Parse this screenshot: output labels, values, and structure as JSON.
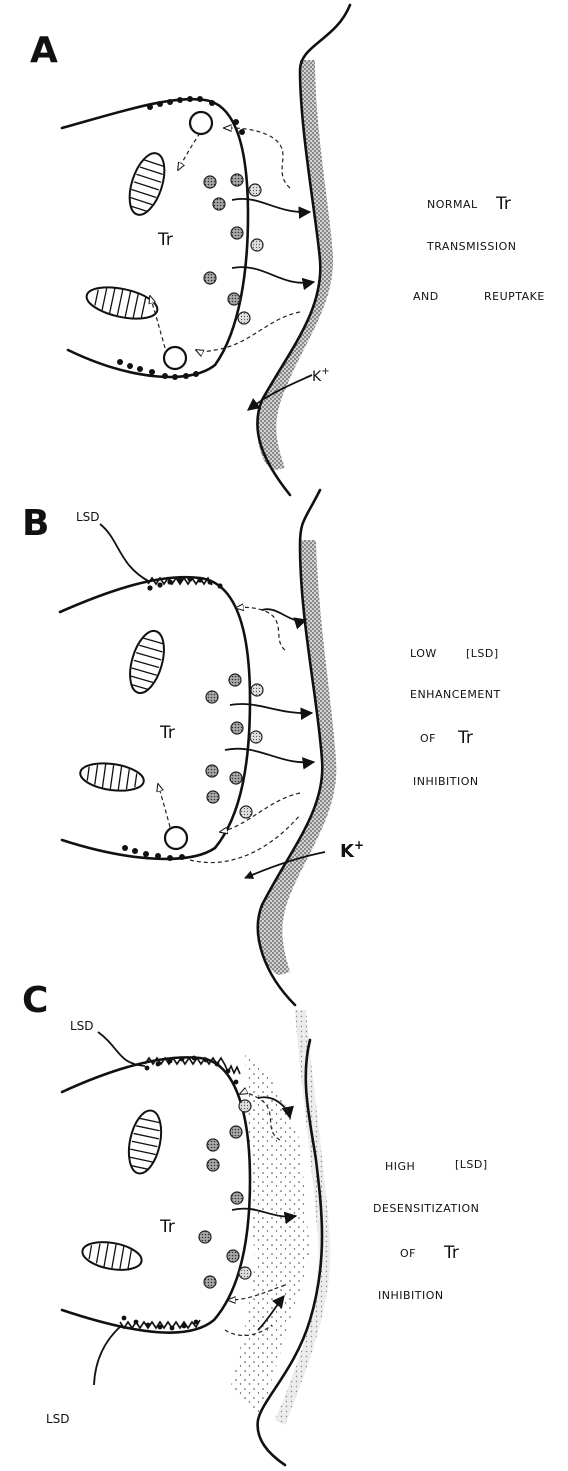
{
  "panels": [
    {
      "letter": "A",
      "transmitter": "Tr",
      "ion": "K",
      "ion_charge": "+",
      "caption": {
        "line1_text": "NORMAL",
        "line1_tr": "Tr",
        "line2": "TRANSMISSION",
        "line3_left": "AND",
        "line3_right": "REUPTAKE"
      }
    },
    {
      "letter": "B",
      "transmitter": "Tr",
      "ion": "K",
      "ion_charge": "+",
      "lsd_label": "LSD",
      "caption": {
        "line1_text": "LOW",
        "line1_conc": "[LSD]",
        "line2": "ENHANCEMENT",
        "line3_text": "OF",
        "line3_tr": "Tr",
        "line4": "INHIBITION"
      }
    },
    {
      "letter": "C",
      "transmitter": "Tr",
      "lsd_label_top": "LSD",
      "lsd_label_bottom": "LSD",
      "caption": {
        "line1_text": "HIGH",
        "line1_conc": "[LSD]",
        "line2": "DESENSITIZATION",
        "line3_text": "OF",
        "line3_tr": "Tr",
        "line4": "INHIBITION"
      }
    }
  ],
  "colors": {
    "ink": "#111111",
    "background": "#ffffff",
    "stipple": "#9a9a9a"
  }
}
